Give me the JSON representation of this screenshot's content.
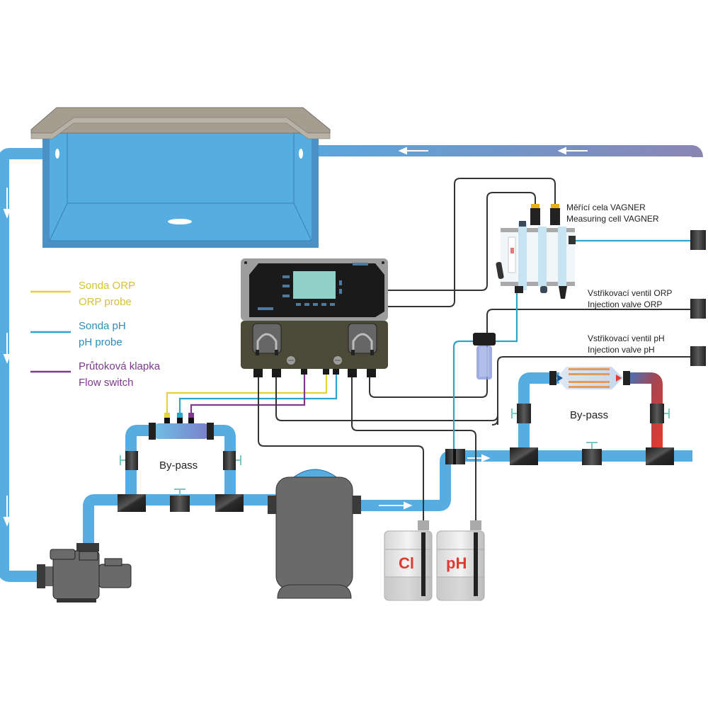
{
  "title": "Pool water treatment installation diagram",
  "colors": {
    "water": "#56ade2",
    "water_dark": "#4a92c6",
    "return_pipe": "#7a8cba",
    "hot": "#e23b30",
    "orp": "#e6d33a",
    "ph": "#2aa6cc",
    "flow": "#7d3a8c",
    "cable": "#333333",
    "fitting": "#2b2b2b",
    "valve_handle": "#7fc6c0",
    "coping": "#a59d90",
    "device_top": "#9d9d9d",
    "device_screen": "#8fd0c8",
    "device_bottom": "#4b4a38",
    "can_label": "#e03a30"
  },
  "legend": [
    {
      "key": "orp",
      "line1": "Sonda ORP",
      "line2": "ORP probe"
    },
    {
      "key": "ph",
      "line1": "Sonda pH",
      "line2": "pH probe"
    },
    {
      "key": "flow",
      "line1": "Průtoková klapka",
      "line2": "Flow switch"
    }
  ],
  "labels": {
    "measuring_cell": {
      "line1": "Měřící cela VAGNER",
      "line2": "Measuring cell VAGNER"
    },
    "injection_orp": {
      "line1": "Vstřikovací ventil ORP",
      "line2": "Injection valve ORP"
    },
    "injection_ph": {
      "line1": "Vstřikovací ventil pH",
      "line2": "Injection valve pH"
    },
    "bypass_left": "By-pass",
    "bypass_right": "By-pass"
  },
  "canisters": [
    {
      "label": "Cl"
    },
    {
      "label": "pH"
    }
  ],
  "components": {
    "pool": "Swimming pool",
    "pump": "Circulation pump",
    "sand_filter": "Sand filter",
    "controller": "Dosing controller",
    "heat_exchanger": "Heat exchanger",
    "prefilter": "Sample water prefilter",
    "measuring_cell": "Measuring cell"
  }
}
